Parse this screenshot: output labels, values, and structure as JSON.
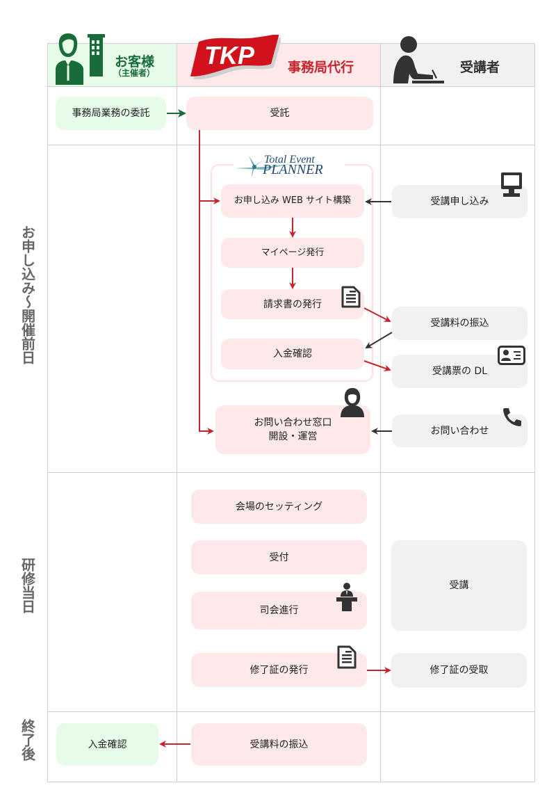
{
  "colors": {
    "client_bg": "#e6fce8",
    "tkp_bg": "#fde9ea",
    "attendee_bg": "#f1f1f1",
    "client_accent": "#1a6b3a",
    "tkp_accent": "#c8232c",
    "attendee_accent": "#333333",
    "grid_line": "#cfcfcf"
  },
  "header": {
    "client": {
      "icon": "businessman-building-icon",
      "title": "お客様",
      "subtitle": "（主催者）"
    },
    "tkp": {
      "logo": "TKP",
      "title": "事務局代行"
    },
    "attendee": {
      "icon": "person-writing-icon",
      "title": "受講者"
    }
  },
  "phases": [
    {
      "label": "お申し込み〜開催前日"
    },
    {
      "label": "研修当日"
    },
    {
      "label": "終了後"
    }
  ],
  "rows": {
    "commission": {
      "client_box": "事務局業務の委託",
      "tkp_box": "受託"
    },
    "pre_event": {
      "tep_logo": {
        "line1": "Total Event",
        "line2": "PLANNER"
      },
      "tkp_boxes": [
        {
          "label": "お申し込み WEB サイト構築"
        },
        {
          "label": "マイページ発行"
        },
        {
          "label": "請求書の発行",
          "icon": "document-icon"
        },
        {
          "label": "入金確認"
        },
        {
          "label": "お問い合わせ窓口\n開設・運営",
          "line1": "お問い合わせ窓口",
          "line2": "開設・運営",
          "icon": "operator-headset-icon"
        }
      ],
      "attendee_boxes": [
        {
          "label": "受講申し込み",
          "icon": "computer-icon"
        },
        {
          "label": "受講料の振込"
        },
        {
          "label": "受講票の DL",
          "icon": "id-card-icon"
        },
        {
          "label": "お問い合わせ",
          "icon": "phone-icon"
        }
      ]
    },
    "event_day": {
      "tkp_boxes": [
        {
          "label": "会場のセッティング"
        },
        {
          "label": "受付"
        },
        {
          "label": "司会進行",
          "icon": "podium-speaker-icon"
        },
        {
          "label": "修了証の発行",
          "icon": "document-icon"
        }
      ],
      "attendee_boxes": [
        {
          "label": "受講"
        },
        {
          "label": "修了証の受取"
        }
      ]
    },
    "post_event": {
      "client_box": "入金確認",
      "tkp_box": "受講料の振込"
    }
  }
}
